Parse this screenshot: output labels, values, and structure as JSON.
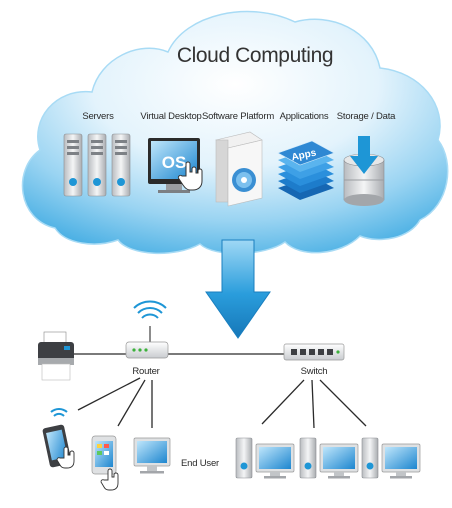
{
  "cloud": {
    "title": "Cloud Computing",
    "services": [
      {
        "label": "Servers",
        "icon": "servers-icon"
      },
      {
        "label": "Virtual Desktop",
        "icon": "virtual-desktop-icon",
        "screen_text": "OS"
      },
      {
        "label": "Software Platform",
        "icon": "software-box-icon"
      },
      {
        "label": "Applications",
        "icon": "apps-stack-icon",
        "badge_text": "Apps"
      },
      {
        "label": "Storage / Data",
        "icon": "storage-icon"
      }
    ]
  },
  "network": {
    "router_label": "Router",
    "switch_label": "Switch",
    "end_user_label": "End User"
  },
  "colors": {
    "cloud_light": "#e9f6fd",
    "cloud_mid": "#7cc9ef",
    "cloud_deep": "#2d9fdc",
    "arrow": "#1e96d6",
    "line": "#2b2b2b"
  }
}
